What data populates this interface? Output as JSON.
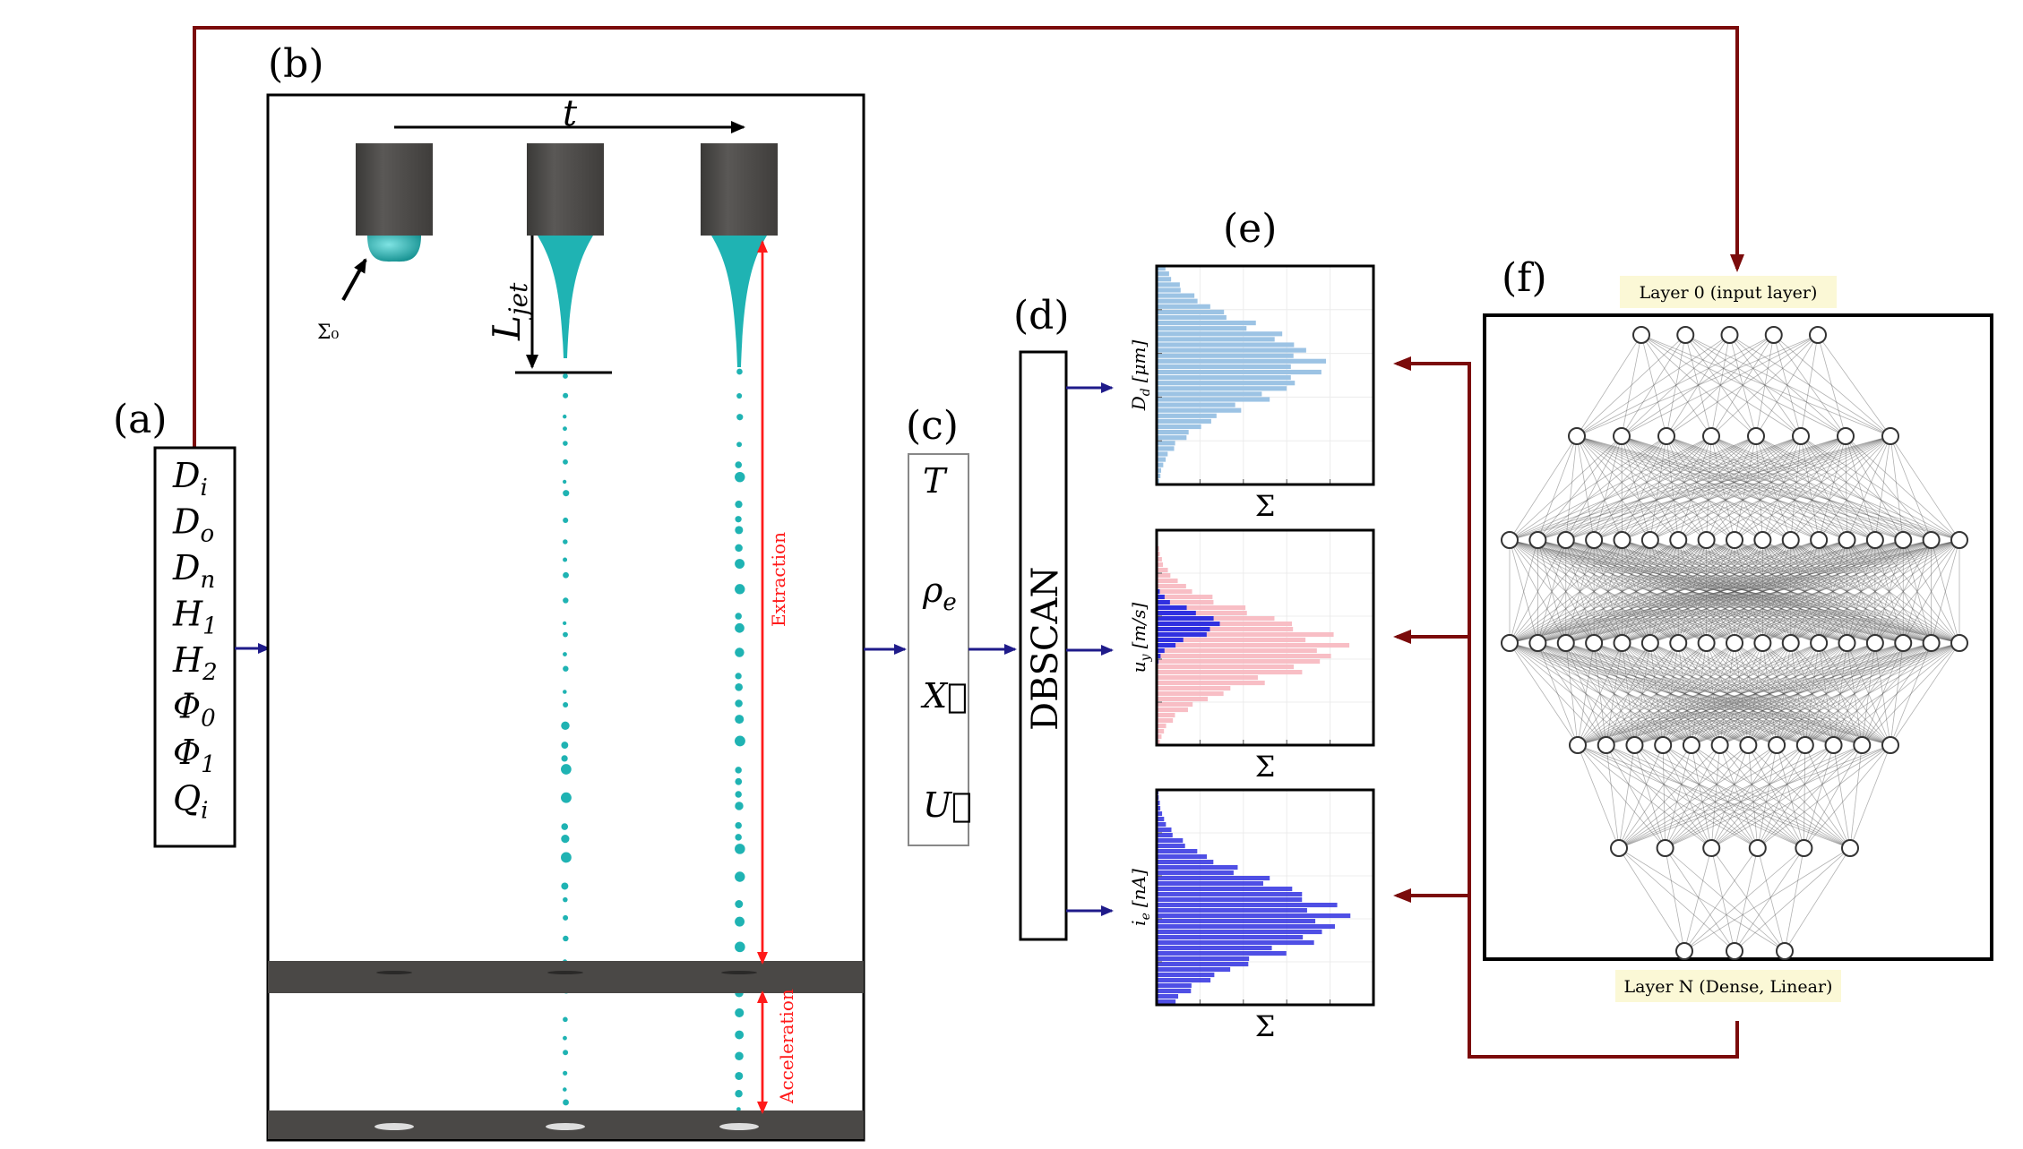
{
  "panels": {
    "a": {
      "label": "(a)",
      "params": [
        {
          "base": "D",
          "sub": "i"
        },
        {
          "base": "D",
          "sub": "o"
        },
        {
          "base": "D",
          "sub": "n"
        },
        {
          "base": "H",
          "sub": "1"
        },
        {
          "base": "H",
          "sub": "2"
        },
        {
          "base": "Φ",
          "sub": "0"
        },
        {
          "base": "Φ",
          "sub": "1"
        },
        {
          "base": "Q",
          "sub": "i"
        }
      ]
    },
    "b": {
      "label": "(b)",
      "time_label": "t",
      "sigma_label": "Σ₀",
      "ljet_base": "L",
      "ljet_sub": "jet",
      "extraction_label": "Extraction",
      "acceleration_label": "Acceleration"
    },
    "c": {
      "label": "(c)",
      "vars": [
        {
          "base": "T",
          "sub": ""
        },
        {
          "base": "ρ",
          "sub": "e"
        },
        {
          "base": "X⃗",
          "sub": ""
        },
        {
          "base": "U⃗",
          "sub": ""
        }
      ]
    },
    "d": {
      "label": "(d)",
      "text": "DBSCAN"
    },
    "e": {
      "label": "(e)",
      "xlabel": "Σ",
      "ylabels": [
        {
          "base": "D",
          "sub": "d",
          "unit": "[μm]"
        },
        {
          "base": "u",
          "sub": "y",
          "unit": "[m/s]"
        },
        {
          "base": "i",
          "sub": "e",
          "unit": "[nA]"
        }
      ]
    },
    "f": {
      "label": "(f)",
      "top_label": "Layer 0 (input layer)",
      "bottom_label": "Layer N (Dense, Linear)",
      "layer_sizes": [
        5,
        8,
        17,
        17,
        12,
        6,
        3
      ]
    }
  },
  "colors": {
    "loop_arrow": "#7b0b0b",
    "flow_arrow": "#1f1b8a",
    "nozzle": "#4a4846",
    "liquid": "#1fb3b3",
    "red_annotation": "#ff1a1a",
    "hist_light_blue": "#9cc3e4",
    "hist_pink": "#f7b7bf",
    "hist_blue": "#3030e0",
    "label_bg": "#fbf8d6"
  }
}
